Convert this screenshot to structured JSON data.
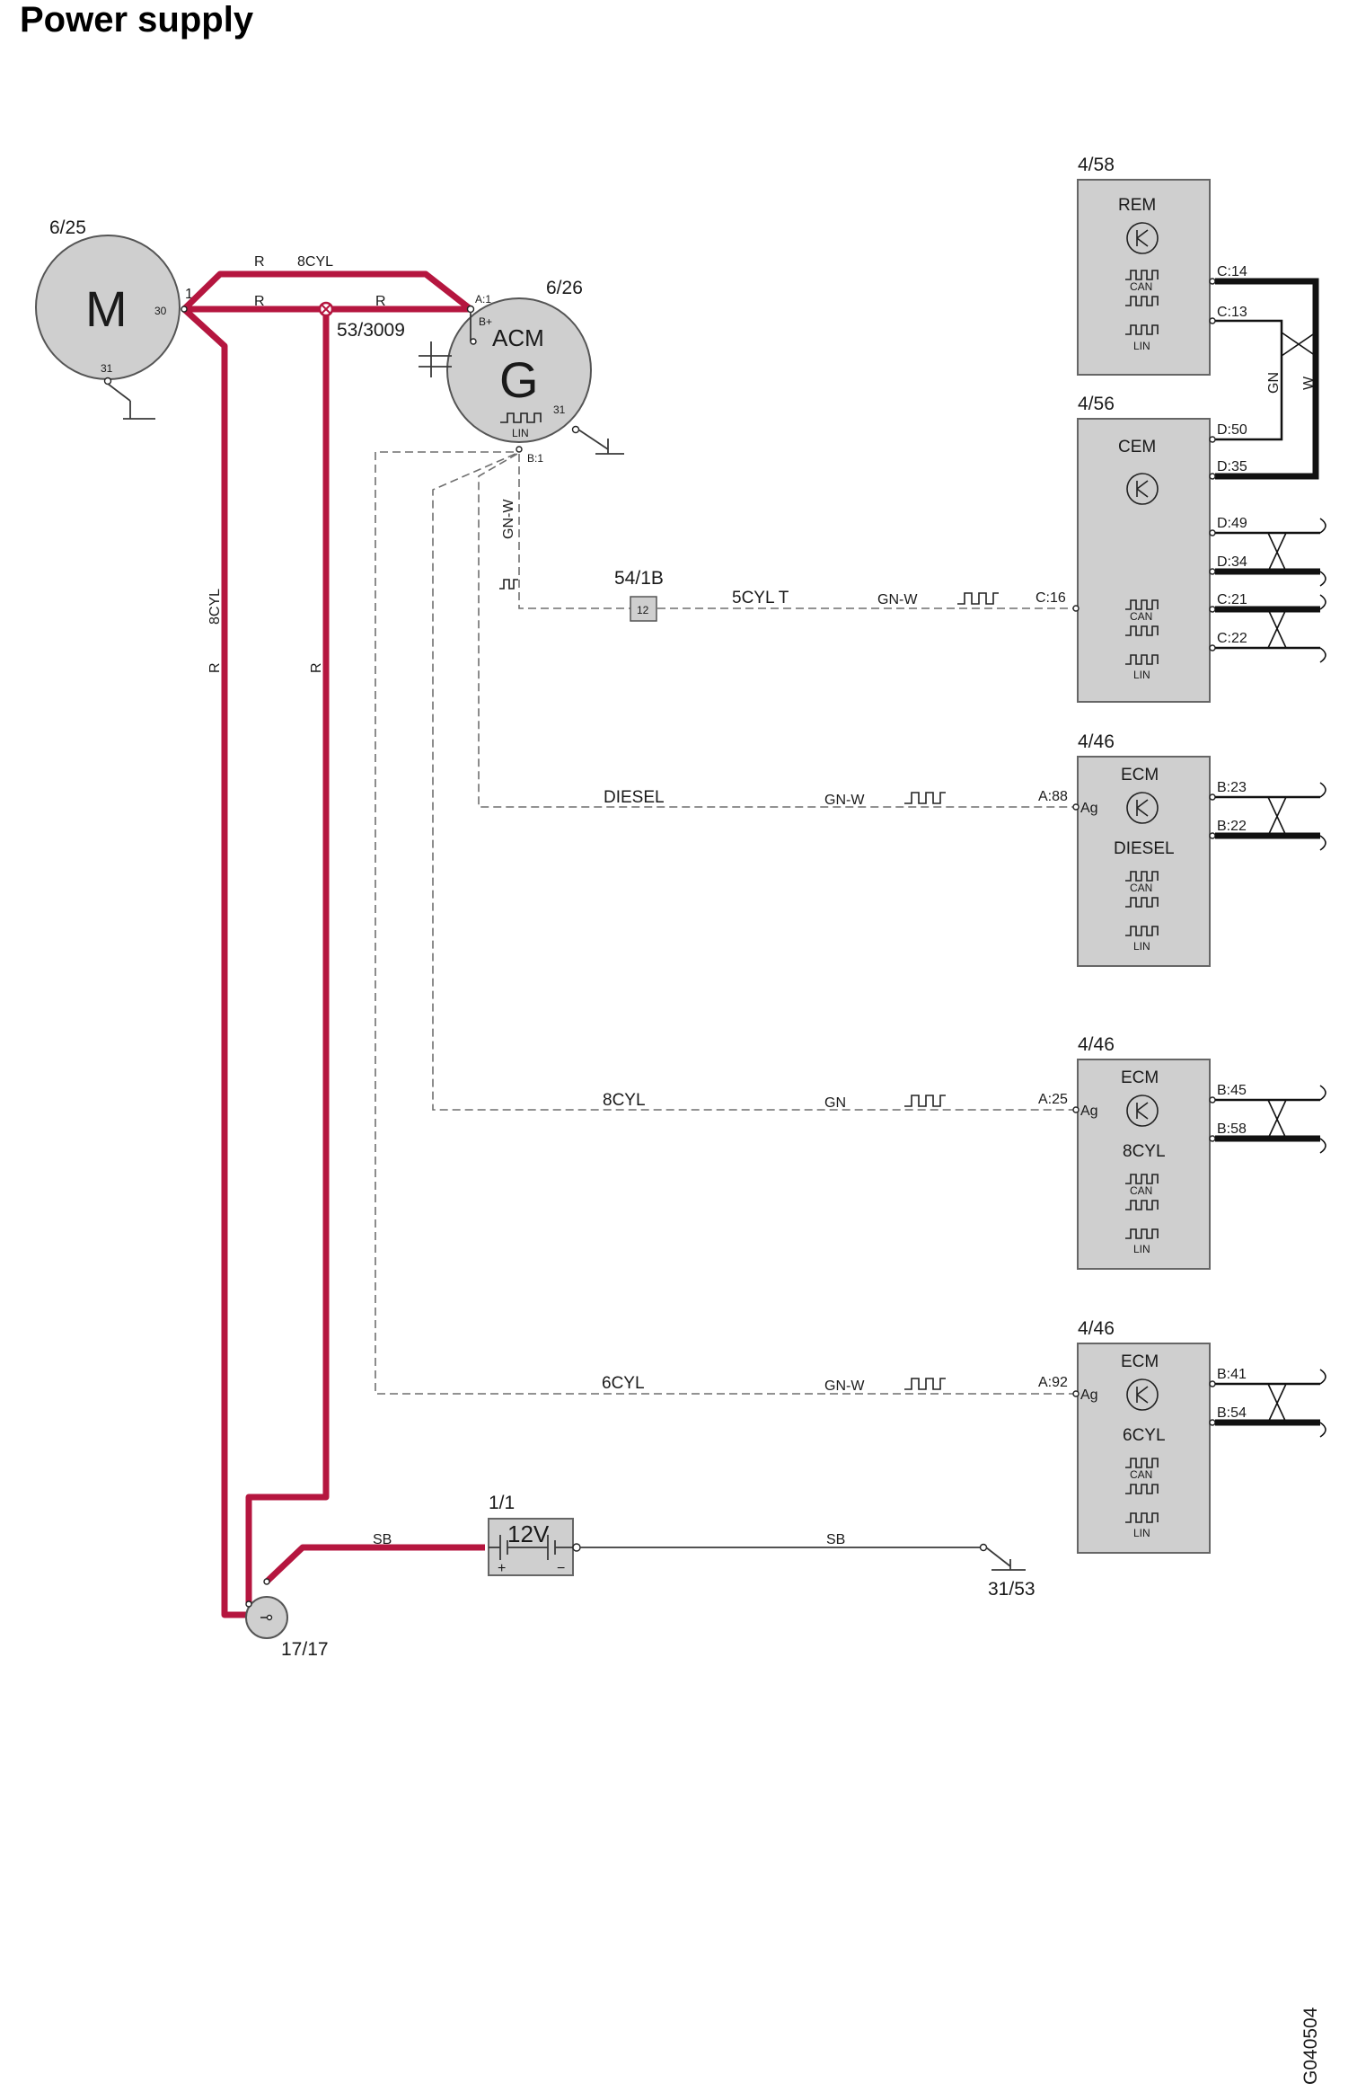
{
  "title": "Power supply",
  "figure_id": "G040504",
  "motor": {
    "ref": "6/25",
    "symbol": "M",
    "pin_30": "30",
    "pin_1": "1",
    "pin_31": "31"
  },
  "alternator": {
    "ref": "6/26",
    "name": "ACM",
    "symbol": "G",
    "pin_a1": "A:1",
    "pin_bplus": "B+",
    "pin_31": "31",
    "pin_b1": "B:1",
    "lin": "LIN"
  },
  "splice": {
    "ref": "53/3009"
  },
  "connector": {
    "ref": "54/1B",
    "pin": "12"
  },
  "battery": {
    "ref": "1/1",
    "voltage": "12V",
    "plus": "+",
    "minus": "−"
  },
  "ground_block": {
    "ref": "17/17"
  },
  "ground_point": {
    "ref": "31/53"
  },
  "wires": {
    "r_top": "R",
    "top_8cyl": "8CYL",
    "r_mid1": "R",
    "r_mid2": "R",
    "left_8cyl": "8CYL",
    "left_r": "R",
    "mid_r": "R",
    "sb1": "SB",
    "sb2": "SB",
    "gnw_vertical": "GN-W",
    "gn_cem": "GN",
    "w_cem": "W"
  },
  "signal_lines": [
    {
      "variant": "5CYL T",
      "color": "GN-W",
      "pin": "C:16"
    },
    {
      "variant": "DIESEL",
      "color": "GN-W",
      "pin": "A:88",
      "pin2": "Ag"
    },
    {
      "variant": "8CYL",
      "color": "GN",
      "pin": "A:25",
      "pin2": "Ag"
    },
    {
      "variant": "6CYL",
      "color": "GN-W",
      "pin": "A:92",
      "pin2": "Ag"
    }
  ],
  "modules": {
    "rem": {
      "ref": "4/58",
      "name": "REM",
      "pins": [
        "C:14",
        "C:13"
      ],
      "can": "CAN",
      "lin": "LIN"
    },
    "cem": {
      "ref": "4/56",
      "name": "CEM",
      "pins": [
        "D:50",
        "D:35",
        "D:49",
        "D:34",
        "C:21",
        "C:22"
      ],
      "can": "CAN",
      "lin": "LIN"
    },
    "ecm_diesel": {
      "ref": "4/46",
      "name": "ECM",
      "variant": "DIESEL",
      "pins": [
        "B:23",
        "B:22"
      ],
      "can": "CAN",
      "lin": "LIN"
    },
    "ecm_8cyl": {
      "ref": "4/46",
      "name": "ECM",
      "variant": "8CYL",
      "pins": [
        "B:45",
        "B:58"
      ],
      "can": "CAN",
      "lin": "LIN"
    },
    "ecm_6cyl": {
      "ref": "4/46",
      "name": "ECM",
      "variant": "6CYL",
      "pins": [
        "B:41",
        "B:54"
      ],
      "can": "CAN",
      "lin": "LIN"
    }
  },
  "colors": {
    "power_wire": "#b5163f",
    "module_fill": "#cfcfcf",
    "bus_wire": "#111111"
  }
}
